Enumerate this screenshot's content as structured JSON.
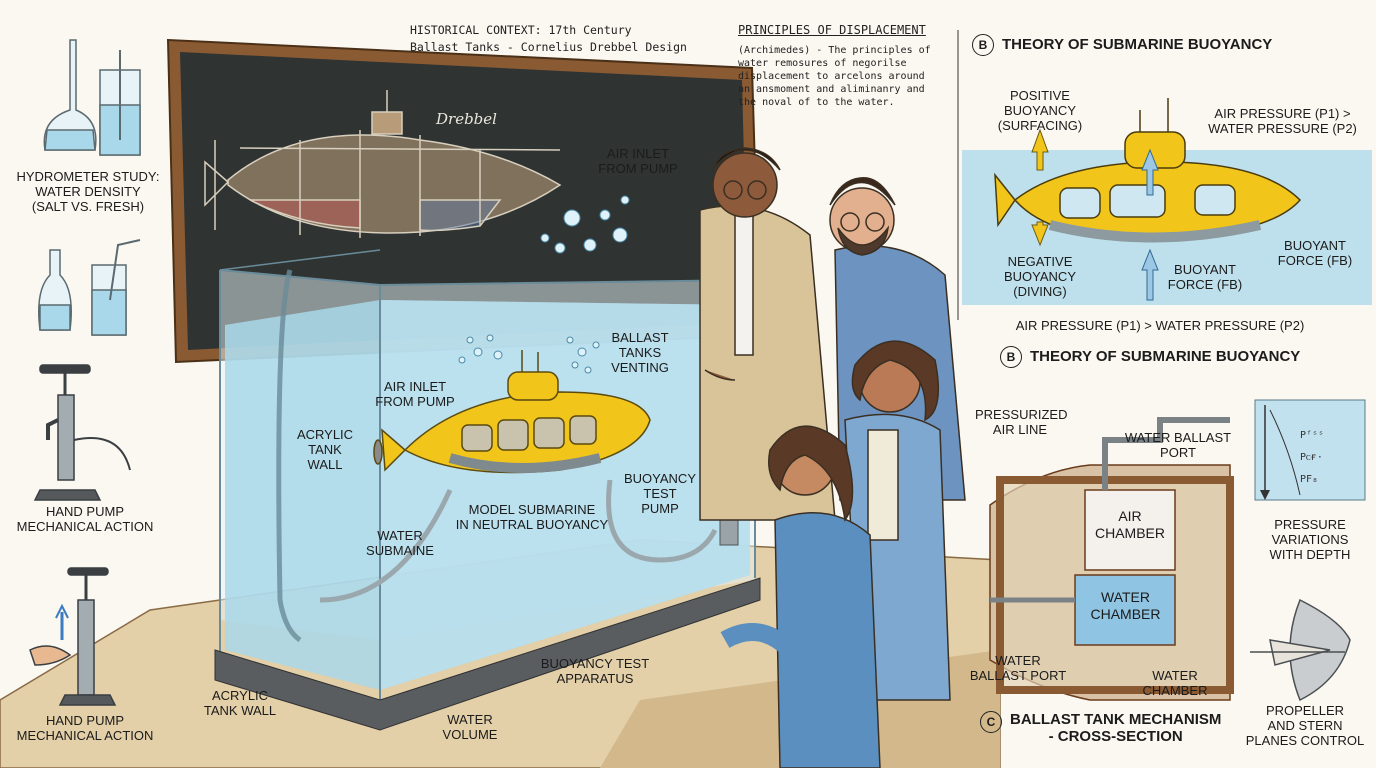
{
  "colors": {
    "background": "#fbf8f1",
    "water": "#a9d8ea",
    "submarine": "#f2c51b",
    "chalkboard": "#2f3433",
    "frame": "#8a5a33",
    "blazer": "#d9c49a",
    "hoodie": "#5b8fbf"
  },
  "left_panel": {
    "hydrometer_label": "HYDROMETER STUDY:\nWATER DENSITY\n(Salt vs. Fresh)",
    "pump_label_1": "HAND PUMP\nMECHANICAL ACTION",
    "pump_label_2": "HAND PUMP\nMECHANICAL ACTION"
  },
  "chalkboard": {
    "caption": "Drebbel"
  },
  "historical_context": {
    "line1": "HISTORICAL CONTEXT: 17th Century",
    "line2": "Ballast Tanks - Cornelius Drebbel Design"
  },
  "principles": {
    "title": "PRINCIPLES OF DISPLACEMENT",
    "body": "(Archimedes) - The principles of\nwater remosures of negorilse\ndisplacement to arcelons around\nan ansmoment and aliminanry and\nthe noval of to the water."
  },
  "tank_labels": {
    "air_inlet_top": "AIR INLET\nFROM PUMP",
    "ballast_venting": "BALLAST\nTANKS\nVENTING",
    "air_inlet_inside": "AIR INLET\nFROM PUMP",
    "acrylic_wall_inside": "ACRYLIC\nTANK\nWALL",
    "model_submarine": "MODEL SUBMARINE\nIN NEUTRAL BUOYANCY",
    "water_submaine": "WATER\nSUBMAINE",
    "buoyancy_pump": "BUOYANCY\nTEST\nPUMP",
    "apparatus": "BUOYANCY TEST\nAPPARATUS",
    "acrylic_wall_bottom": "ACRYLIC\nTANK WALL",
    "water_volume": "WATER\nVOLUME"
  },
  "theory_panel": {
    "marker": "B",
    "title": "THEORY OF SUBMARINE BUOYANCY",
    "positive": "POSITIVE\nBUOYANCY\n(Surfacing)",
    "negative": "NEGATIVE\nBUOYANCY\n(Diving)",
    "air_pressure": "AIR PRESSURE (P1) >\nWATER PRESSURE (P2)",
    "buoyant_force_center": "BUOYANT\nFORCE (FB)",
    "buoyant_force_right": "BUOYANT\nFORCE (FB)",
    "bottom_line": "AIR PRESSURE (P1) > WATER PRESSURE (P2)",
    "title_repeat": "THEORY OF SUBMARINE BUOYANCY",
    "marker_repeat": "B"
  },
  "ballast_panel": {
    "pressurized": "PRESSURIZED\nAIR LINE",
    "water_port_top": "WATER BALLAST\nPORT",
    "air_chamber": "AIR\nCHAMBER",
    "water_chamber_inside": "WATER\nCHAMBER",
    "water_port_bottom": "WATER\nBALLAST PORT",
    "water_chamber_bottom": "WATER\nCHAMBER",
    "marker": "C",
    "title": "BALLAST TANK MECHANISM\n- CROSS-SECTION"
  },
  "pressure_panel": {
    "p1": "Pᶠˢˢ",
    "p2": "Pᴄғ·",
    "p3": "PF₈",
    "label": "PRESSURE\nVARIATIONS\nWITH DEPTH"
  },
  "propeller_panel": {
    "label": "PROPELLER\nAND STERN\nPLANES CONTROL"
  }
}
